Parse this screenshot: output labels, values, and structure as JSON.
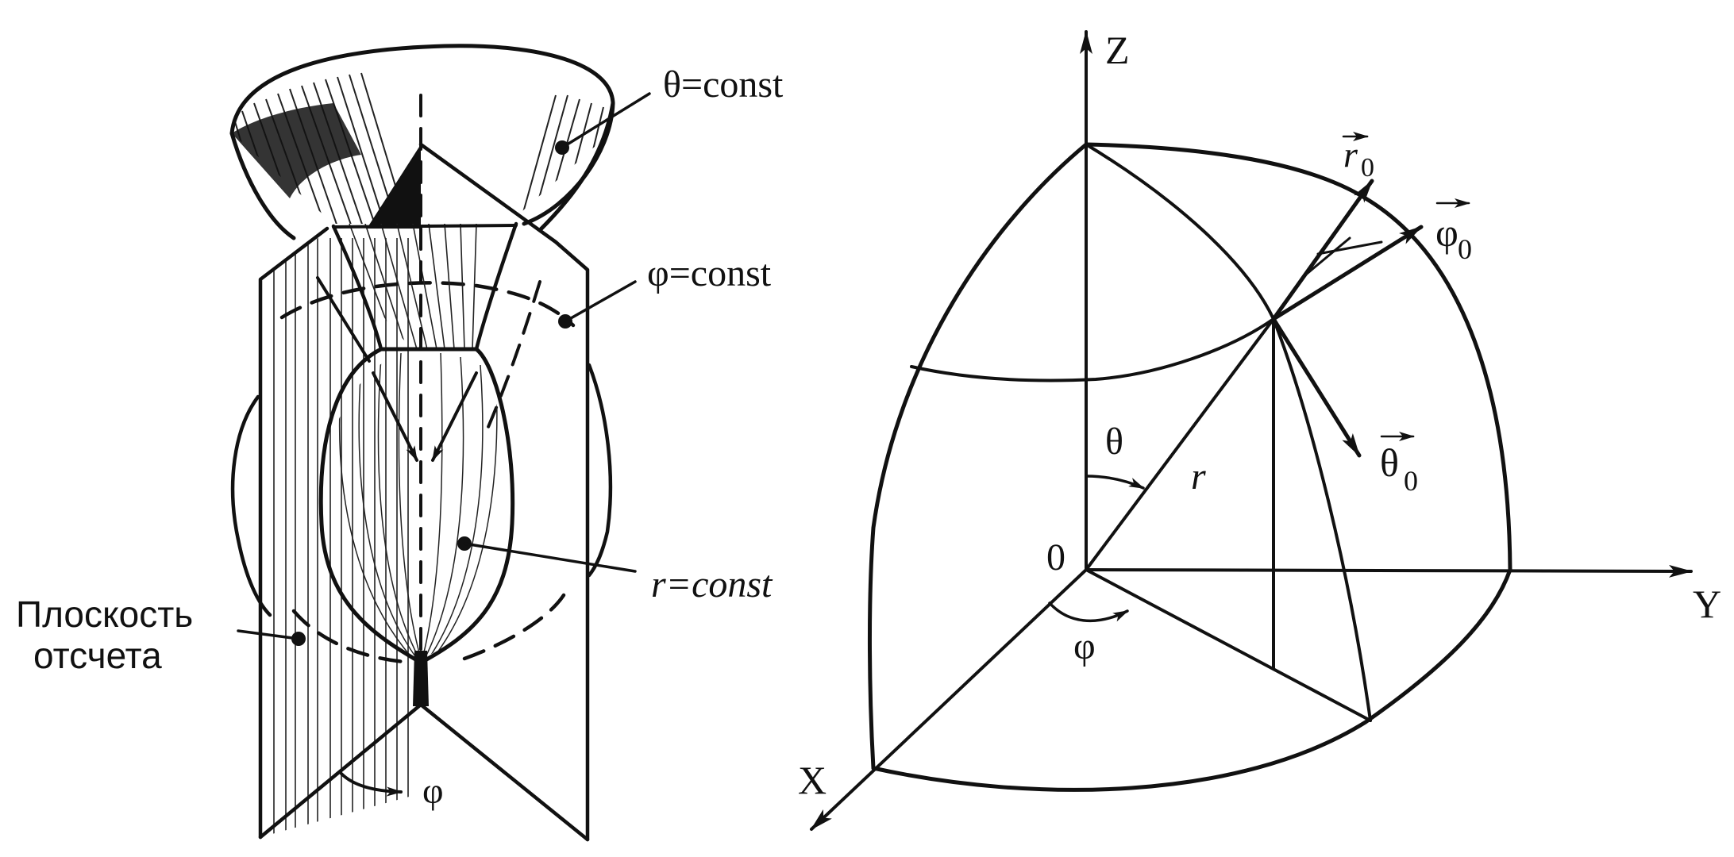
{
  "left_figure": {
    "label_theta_const": "θ=const",
    "label_phi_const": "φ=const",
    "label_r_const": "r=const",
    "label_plane_line1": "Плоскость",
    "label_plane_line2": "отсчета",
    "label_phi_angle": "φ"
  },
  "right_figure": {
    "axis_z": "Z",
    "axis_y": "Y",
    "axis_x": "X",
    "origin": "0",
    "angle_theta": "θ",
    "angle_phi": "φ",
    "radius": "r",
    "vec_r_symbol": "r",
    "vec_phi_symbol": "φ",
    "vec_theta_symbol": "θ",
    "vec_subscript": "0"
  },
  "colors": {
    "ink": "#111111",
    "background": "#ffffff"
  }
}
